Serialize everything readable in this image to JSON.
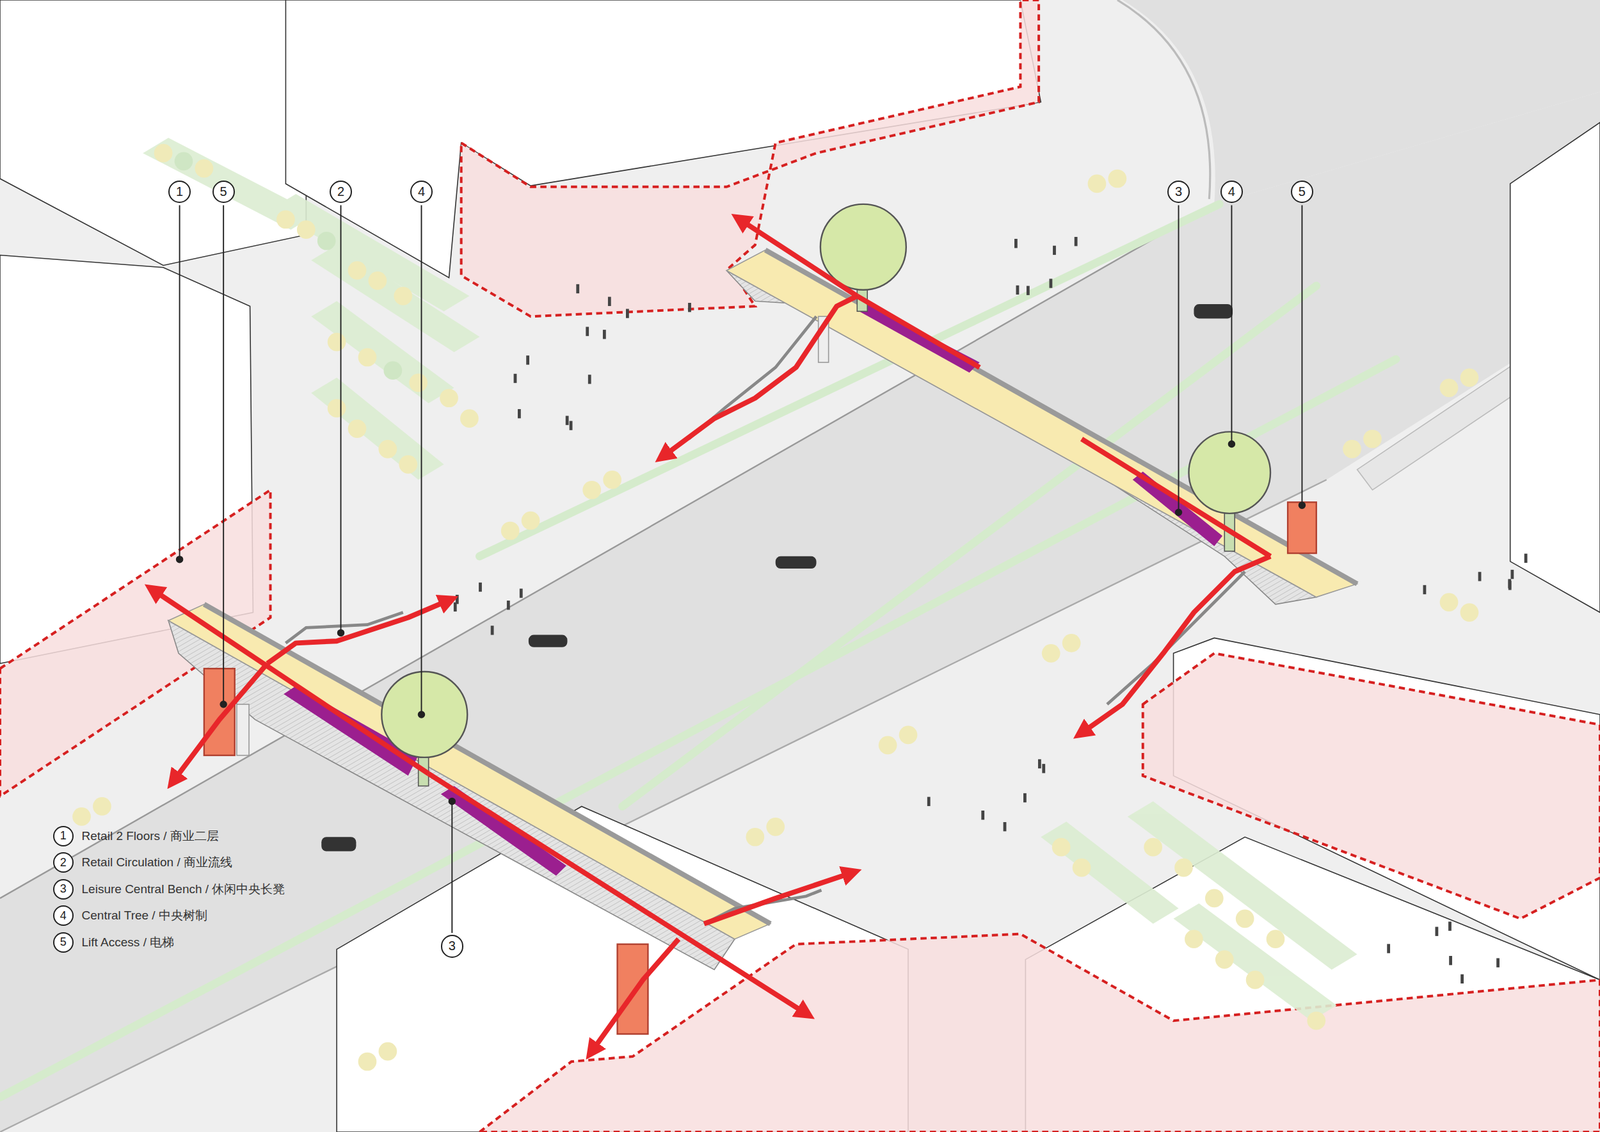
{
  "diagram": {
    "labels": [
      "1",
      "5",
      "2",
      "4",
      "3",
      "4",
      "5",
      "3",
      "1",
      "2",
      "3",
      "4",
      "5"
    ],
    "legend": [
      {
        "text": "Retail 2 Floors / 商业二层"
      },
      {
        "text": "Retail Circulation / 商业流线"
      },
      {
        "text": "Leisure Central Bench / 休闲中央长凳"
      },
      {
        "text": "Central Tree / 中央树制"
      },
      {
        "text": "Lift Access / 电梯"
      }
    ]
  }
}
